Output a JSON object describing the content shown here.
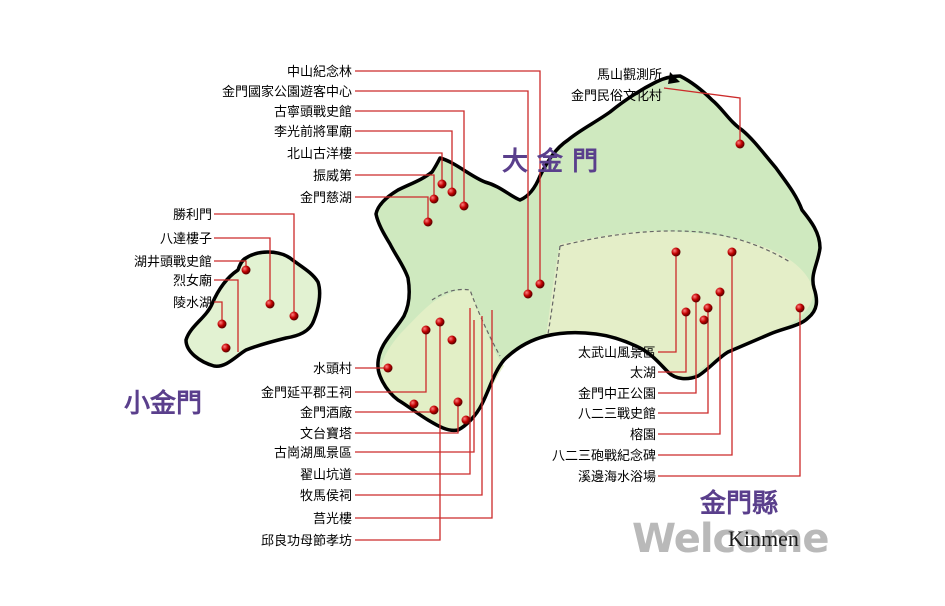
{
  "colors": {
    "line": "#cc2a2a",
    "land_west": "#d6f0c8",
    "land_east": "#c8e6b0",
    "land_south": "#e2edc4",
    "coast": "#000000",
    "region_text": "#5a3f8c",
    "dot": "#8b0000"
  },
  "regions": {
    "big_kinmen": "大 金 門",
    "little_kinmen": "小金門",
    "county": "金門縣",
    "welcome": "Welcome",
    "kinmen": "Kinmen"
  },
  "landmarks": {
    "zhongshan_forest": "中山紀念林",
    "visitor_center": "金門國家公園遊客中心",
    "guningtou_museum": "古寧頭戰史館",
    "li_guangqian_temple": "李光前將軍廟",
    "beishan_house": "北山古洋樓",
    "zhenweidi": "振威第",
    "jinmen_cihu": "金門慈湖",
    "shengli_gate": "勝利門",
    "bada_building": "八達樓子",
    "hujingtou_museum": "湖井頭戰史館",
    "lienu_temple": "烈女廟",
    "lingshui_lake": "陵水湖",
    "shuitou_village": "水頭村",
    "yanping_temple": "金門延平郡王祠",
    "winery": "金門酒廠",
    "wentai_pagoda": "文台寶塔",
    "guguanghu": "古崗湖風景區",
    "zhaishan_tunnel": "翟山坑道",
    "muma_temple": "牧馬侯祠",
    "juguang_building": "莒光樓",
    "qiu_liang_gong": "邱良功母節孝坊",
    "mashan_station": "馬山觀測所",
    "folk_village": "金門民俗文化村",
    "taiwushan": "太武山風景區",
    "taihu": "太湖",
    "zhongzheng_park": "金門中正公園",
    "823_museum": "八二三戰史館",
    "rong_garden": "榕園",
    "823_monument": "八二三砲戰紀念碑",
    "xibian_beach": "溪邊海水浴場"
  }
}
